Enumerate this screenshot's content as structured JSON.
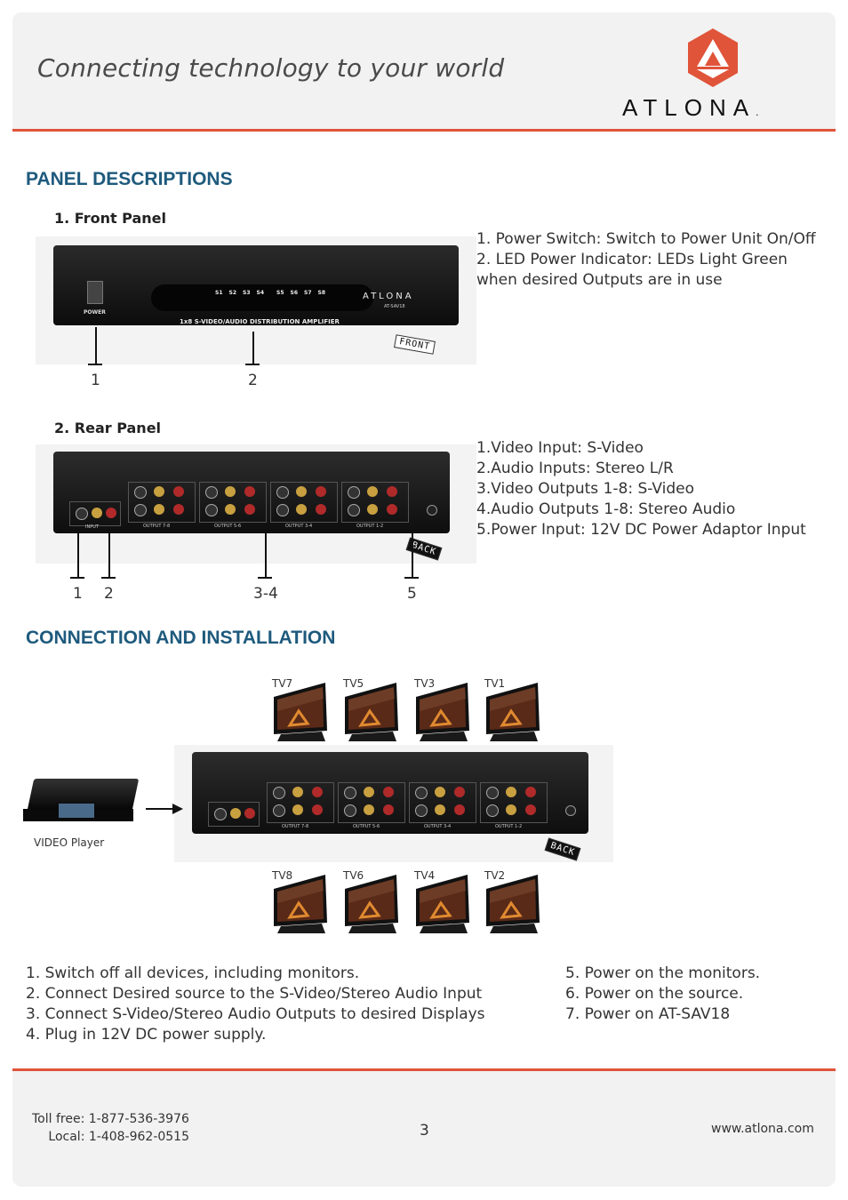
{
  "header": {
    "tagline": "Connecting technology to your world",
    "brand": "ATLONA",
    "brand_dot": ".",
    "accent": "#e0543a"
  },
  "panel_descriptions": {
    "title": "PANEL DESCRIPTIONS",
    "front": {
      "heading": "1. Front Panel",
      "device": {
        "power_label": "POWER",
        "leds": [
          "S1",
          "S2",
          "S3",
          "S4",
          "S5",
          "S6",
          "S7",
          "S8"
        ],
        "model_caption": "1x8 S-VIDEO/AUDIO DISTRIBUTION AMPLIFIER",
        "brand": "ATLONA",
        "model": "AT-SAV18",
        "side_tag": "FRONT"
      },
      "callouts": [
        "1",
        "2"
      ],
      "descriptions": [
        "1. Power Switch: Switch to Power Unit On/Off",
        "2. LED Power Indicator: LEDs Light Green when desired Outputs are in use"
      ]
    },
    "rear": {
      "heading": "2. Rear Panel",
      "device": {
        "side_tag": "BACK",
        "input_label": "INPUT",
        "output_groups": [
          "OUTPUT 7-8",
          "OUTPUT 5-6",
          "OUTPUT 3-4",
          "OUTPUT 1-2"
        ]
      },
      "callouts": [
        "1",
        "2",
        "3-4",
        "5"
      ],
      "descriptions": [
        "1.Video Input: S-Video",
        "2.Audio Inputs: Stereo L/R",
        "3.Video Outputs 1-8: S-Video",
        "4.Audio Outputs 1-8: Stereo Audio",
        "5.Power Input: 12V DC Power Adaptor Input"
      ]
    }
  },
  "connection": {
    "title": "CONNECTION AND INSTALLATION",
    "top_tvs": [
      "TV7",
      "TV5",
      "TV3",
      "TV1"
    ],
    "bottom_tvs": [
      "TV8",
      "TV6",
      "TV4",
      "TV2"
    ],
    "source_label": "VIDEO Player",
    "side_tag": "BACK",
    "steps_left": [
      "1. Switch off all devices, including monitors.",
      "2. Connect Desired source to the S-Video/Stereo Audio Input",
      "3. Connect S-Video/Stereo Audio Outputs to desired Displays",
      "4. Plug in 12V DC power supply."
    ],
    "steps_right": [
      "5. Power on the monitors.",
      "6. Power on the source.",
      "7. Power on AT-SAV18"
    ]
  },
  "footer": {
    "toll_free": "Toll free: 1-877-536-3976",
    "local": "Local: 1-408-962-0515",
    "page_number": "3",
    "website": "www.atlona.com"
  }
}
